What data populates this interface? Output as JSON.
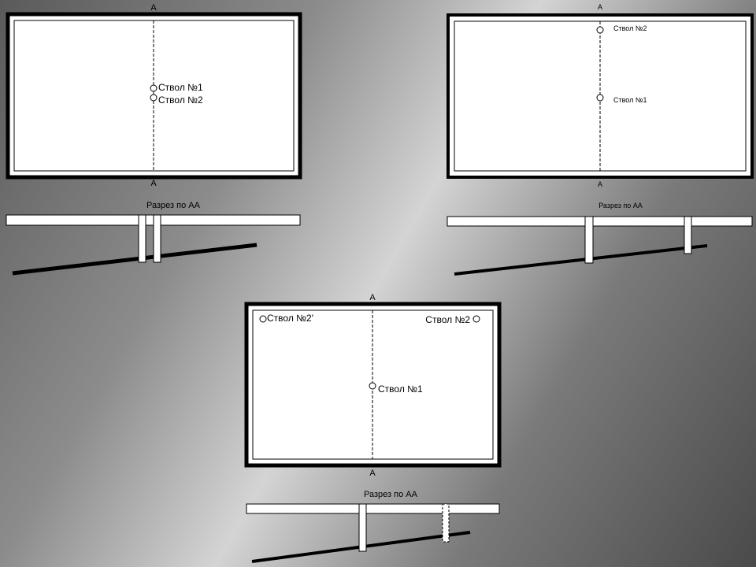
{
  "section_marker": "A",
  "diagrams": [
    {
      "id": "d1",
      "marker_top": "A",
      "marker_bottom": "A",
      "shafts": [
        {
          "label": "Ствол №1"
        },
        {
          "label": "Ствол №2"
        }
      ],
      "section_title": "Разрез по АА"
    },
    {
      "id": "d2",
      "marker_top": "A",
      "marker_bottom": "A",
      "shafts": [
        {
          "label": "Ствол №2"
        },
        {
          "label": "Ствол №1"
        }
      ],
      "section_title": "Разрез по АА"
    },
    {
      "id": "d3",
      "marker_top": "A",
      "marker_bottom": "A",
      "shafts": [
        {
          "label": "Ствол №2'"
        },
        {
          "label": "Ствол №2"
        },
        {
          "label": "Ствол №1"
        }
      ],
      "section_title": "Разрез по АА"
    }
  ]
}
